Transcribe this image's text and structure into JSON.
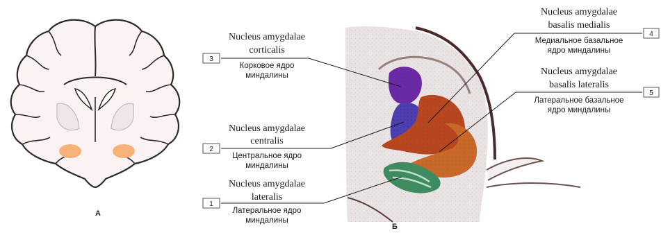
{
  "panel_labels": {
    "a": "А",
    "b": "Б"
  },
  "colors": {
    "brain_fill": "#fbf2f2",
    "brain_outline": "#2a2a2a",
    "amygdala_highlight": "#f7b27a",
    "cortical": "#6a2aa6",
    "central": "#4d3fb0",
    "basal_medial": "#b8471f",
    "basal_lateral": "#c8682a",
    "lateral": "#3f8a5e"
  },
  "labels": [
    {
      "num": "3",
      "latin_line1": "Nucleus amygdalae",
      "latin_line2": "corticalis",
      "ru_line1": "Корковое ядро",
      "ru_line2": "миндалины"
    },
    {
      "num": "2",
      "latin_line1": "Nucleus amygdalae",
      "latin_line2": "centralis",
      "ru_line1": "Центральное ядро",
      "ru_line2": "миндалины"
    },
    {
      "num": "1",
      "latin_line1": "Nucleus amygdalae",
      "latin_line2": "lateralis",
      "ru_line1": "Латеральное ядро",
      "ru_line2": "миндалины"
    },
    {
      "num": "4",
      "latin_line1": "Nucleus amygdalae",
      "latin_line2": "basalis medialis",
      "ru_line1": "Медиальное базальное",
      "ru_line2": "ядро миндалины"
    },
    {
      "num": "5",
      "latin_line1": "Nucleus amygdalae",
      "latin_line2": "basalis lateralis",
      "ru_line1": "Латеральное базальное",
      "ru_line2": "ядро миндалины"
    }
  ]
}
